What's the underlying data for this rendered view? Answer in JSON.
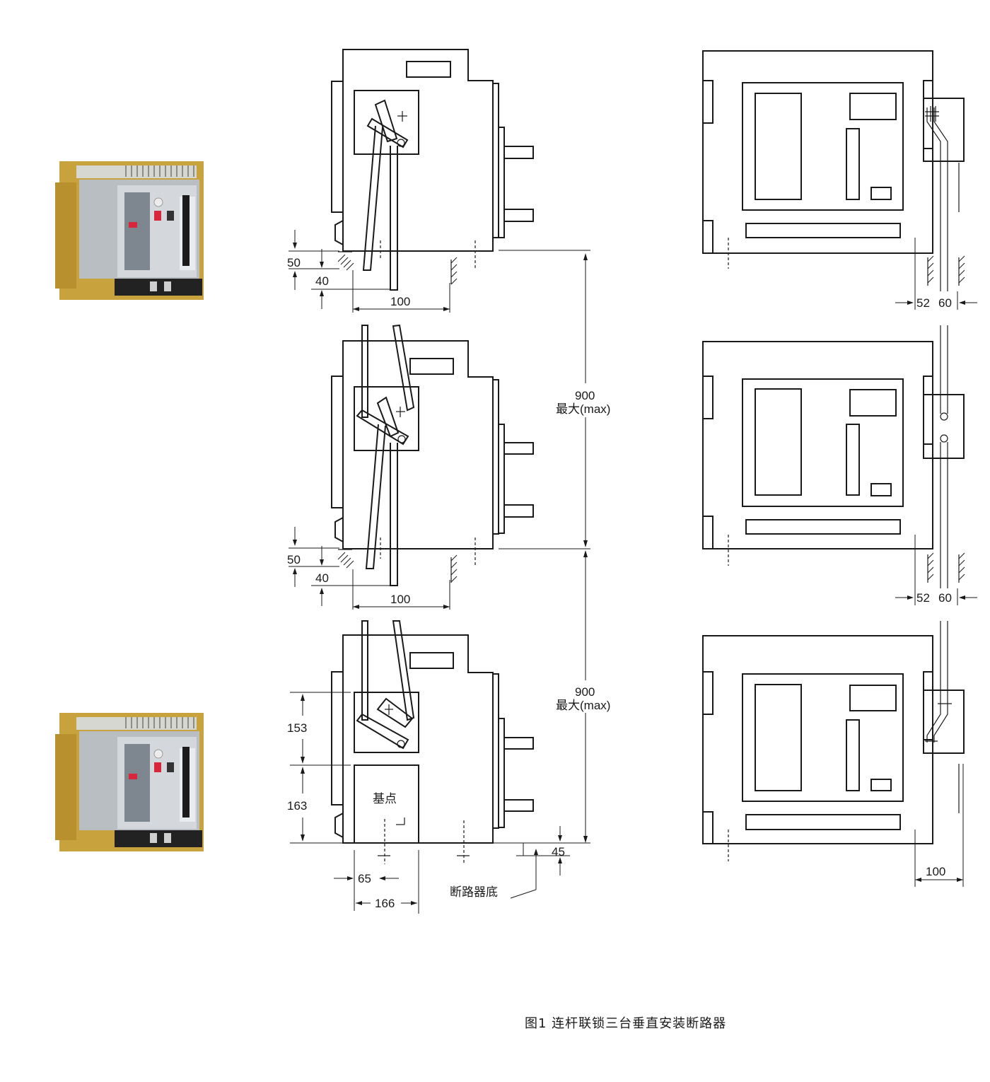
{
  "caption": "图1 连杆联锁三台垂直安装断路器",
  "dimensions": {
    "d50": "50",
    "d40": "40",
    "d100": "100",
    "d52": "52",
    "d60": "60",
    "d900": "900",
    "max": "最大(max)",
    "d153": "153",
    "d163": "163",
    "d65": "65",
    "d166": "166",
    "d45": "45",
    "d100_bottom": "100"
  },
  "labels": {
    "datum": "基点",
    "breaker_bottom": "断路器底"
  },
  "colors": {
    "line": "#1a1a1a",
    "background": "#ffffff",
    "product_body": "#b9bec3",
    "product_frame": "#c8a23c",
    "product_panel": "#7e8790"
  }
}
